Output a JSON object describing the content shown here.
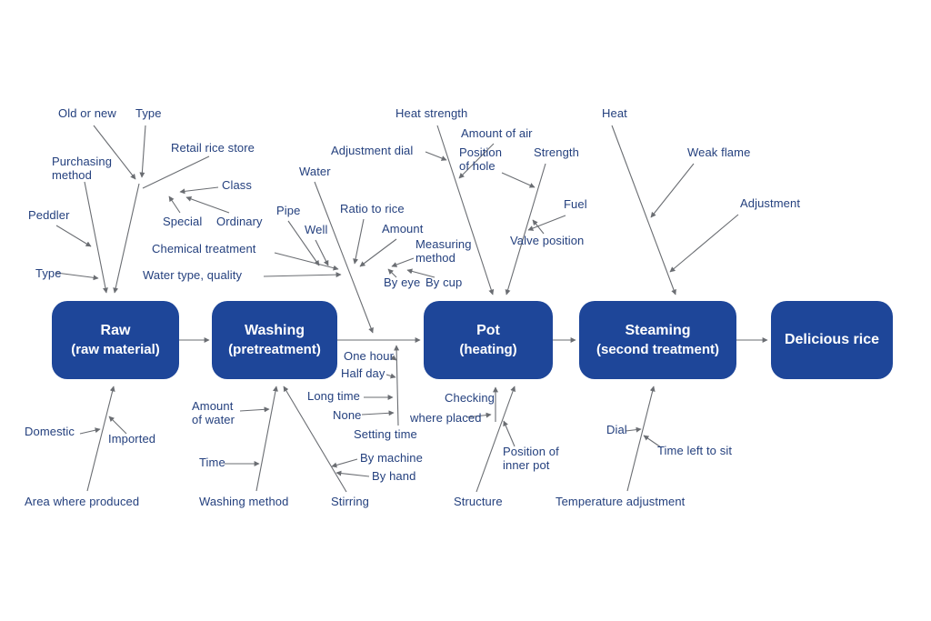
{
  "colors": {
    "box": "#1e4699",
    "box_text": "#ffffff",
    "label": "#24407e",
    "line": "#6a6d72",
    "background": "#ffffff"
  },
  "process": [
    {
      "id": "raw",
      "title": "Raw",
      "subtitle": "(raw material)"
    },
    {
      "id": "washing",
      "title": "Washing",
      "subtitle": "(pretreatment)"
    },
    {
      "id": "pot",
      "title": "Pot",
      "subtitle": "(heating)"
    },
    {
      "id": "steaming",
      "title": "Steaming",
      "subtitle": "(second treatment)"
    },
    {
      "id": "result",
      "title": "Delicious rice",
      "subtitle": ""
    }
  ],
  "causes": {
    "raw": {
      "old_or_new": "Old or new",
      "type_top": "Type",
      "purchasing_method": "Purchasing\nmethod",
      "retail_rice_store": "Retail rice store",
      "class": "Class",
      "special": "Special",
      "ordinary": "Ordinary",
      "peddler": "Peddler",
      "type_left": "Type",
      "domestic": "Domestic",
      "imported": "Imported",
      "area_where_produced": "Area where produced"
    },
    "washing": {
      "water": "Water",
      "adjustment_dial": "Adjustment dial",
      "pipe": "Pipe",
      "well": "Well",
      "ratio_to_rice": "Ratio to rice",
      "amount": "Amount",
      "chemical_treatment": "Chemical treatment",
      "water_type_quality": "Water type, quality",
      "measuring_method": "Measuring\nmethod",
      "by_eye": "By eye",
      "by_cup": "By cup",
      "amount_of_water": "Amount\nof water",
      "time": "Time",
      "washing_method": "Washing method",
      "stirring": "Stirring",
      "by_machine": "By machine",
      "by_hand": "By hand"
    },
    "pot": {
      "heat_strength": "Heat strength",
      "amount_of_air": "Amount of air",
      "position_of_hole": "Position\nof hole",
      "strength": "Strength",
      "fuel": "Fuel",
      "valve_position": "Valve position",
      "one_hour": "One hour",
      "half_day": "Half day",
      "long_time": "Long time",
      "none": "None",
      "setting_time": "Setting time",
      "checking": "Checking",
      "where_placed": "where placed",
      "position_of_inner_pot": "Position of\ninner pot",
      "structure": "Structure"
    },
    "steaming": {
      "heat": "Heat",
      "weak_flame": "Weak flame",
      "adjustment": "Adjustment",
      "dial": "Dial",
      "time_left_to_sit": "Time left to sit",
      "temperature_adjustment": "Temperature adjustment"
    }
  }
}
